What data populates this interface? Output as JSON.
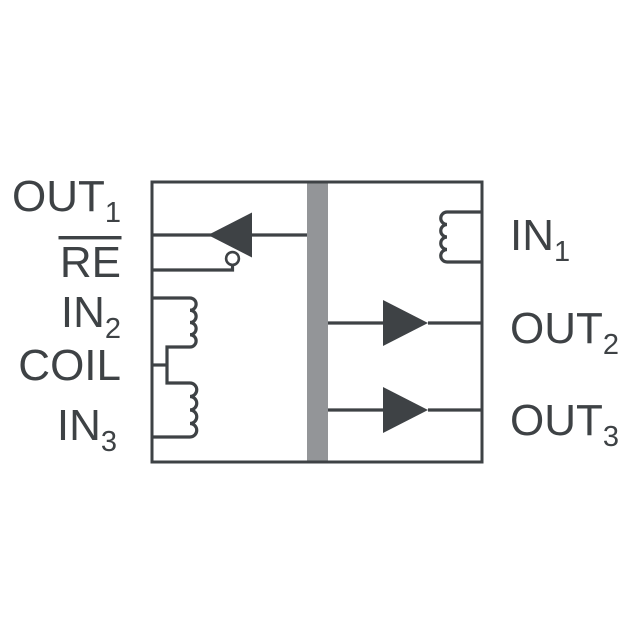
{
  "diagram": {
    "kind": "digital-isolator-functional-block-diagram",
    "colors": {
      "line": "#3e4245",
      "text": "#3e4245",
      "isolation_barrier": "#939598",
      "background": "#ffffff",
      "bubble_fill": "#ffffff"
    },
    "pins": {
      "left": [
        {
          "id": "OUT1",
          "label": "OUT",
          "subscript": "1",
          "overline": false
        },
        {
          "id": "RE",
          "label": "RE",
          "subscript": "",
          "overline": true
        },
        {
          "id": "IN2",
          "label": "IN",
          "subscript": "2",
          "overline": false
        },
        {
          "id": "COIL",
          "label": "COIL",
          "subscript": "",
          "overline": false
        },
        {
          "id": "IN3",
          "label": "IN",
          "subscript": "3",
          "overline": false
        }
      ],
      "right": [
        {
          "id": "IN1",
          "label": "IN",
          "subscript": "1"
        },
        {
          "id": "OUT2",
          "label": "OUT",
          "subscript": "2"
        },
        {
          "id": "OUT3",
          "label": "OUT",
          "subscript": "3"
        }
      ]
    },
    "symbols": {
      "buffers": [
        {
          "channel": 1,
          "direction": "left",
          "inverting_enable_bubble": true
        },
        {
          "channel": 2,
          "direction": "right",
          "inverting_enable_bubble": false
        },
        {
          "channel": 3,
          "direction": "right",
          "inverting_enable_bubble": false
        }
      ],
      "coils": [
        {
          "attached_to": "right-edge",
          "pins": [
            "IN1"
          ]
        },
        {
          "attached_to": "left-edge",
          "pins": [
            "IN2",
            "COIL",
            "IN3"
          ],
          "center_tapped": true
        }
      ],
      "isolation_barrier": {
        "orientation": "vertical",
        "position": "center"
      }
    }
  }
}
